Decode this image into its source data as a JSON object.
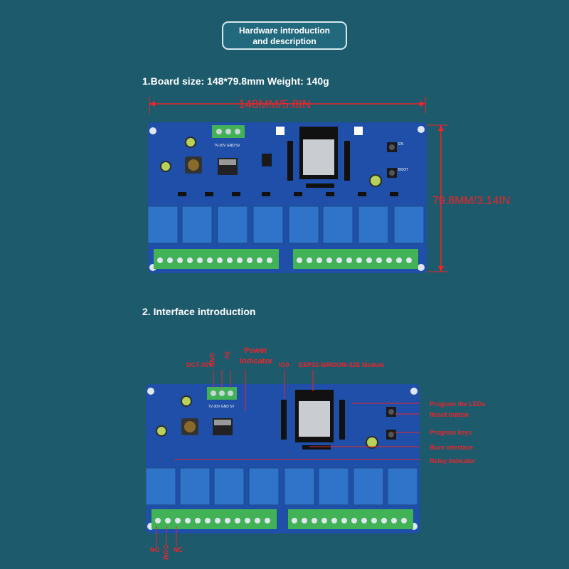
{
  "header": {
    "line1": "Hardware introduction",
    "line2": "and description"
  },
  "section1": {
    "title": "1.Board size: 148*79.8mm Weight: 140g"
  },
  "dimensions": {
    "width": "148MM/5.8IN",
    "height": "79.8MM/3.14IN"
  },
  "section2": {
    "title": "2. Interface introduction"
  },
  "board_text": {
    "model": "7V-30V GND 5V",
    "ver": "7V-30V GND 5V",
    "boot": "BOOT",
    "en": "EN"
  },
  "labels": {
    "dc": "DC7-30V",
    "gnd": "GND",
    "v5": "5V",
    "power": "Power",
    "indicator": "Indicator",
    "io0": "IO0",
    "module": "ESP32-WROOM-32E Module",
    "program_leds": "Program the LEDs",
    "reset": "Reset button",
    "program_keys": "Program keys",
    "burn": "Burn interface",
    "relay": "Relay indicator",
    "no": "NO",
    "com": "COM",
    "nc": "NC"
  },
  "colors": {
    "background": "#1d5a6c",
    "pcb": "#1f4fa8",
    "relay": "#2f74c9",
    "terminal": "#41b256",
    "annotation": "#e8262c"
  }
}
